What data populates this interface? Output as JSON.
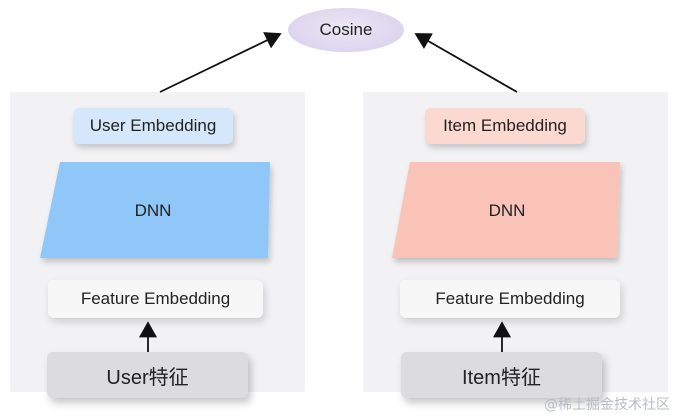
{
  "cosine": {
    "label": "Cosine"
  },
  "user_tower": {
    "embedding_label": "User Embedding",
    "dnn_label": "DNN",
    "feature_label": "Feature Embedding",
    "input_label": "User特征",
    "embedding_color": "#d5e8fb",
    "dnn_color": "#8fc8f8"
  },
  "item_tower": {
    "embedding_label": "Item Embedding",
    "dnn_label": "DNN",
    "feature_label": "Feature Embedding",
    "input_label": "Item特征",
    "embedding_color": "#fbd9d0",
    "dnn_color": "#f9c3b8"
  },
  "watermark": "@稀土掘金技术社区"
}
